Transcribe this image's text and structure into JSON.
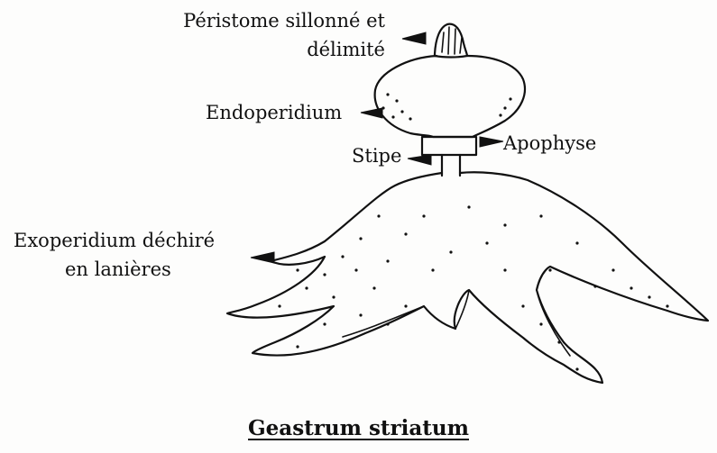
{
  "labels": {
    "peristome_line1": "Péristome sillonné et",
    "peristome_line2": "délimité",
    "endoperidium": "Endoperidium",
    "stipe": "Stipe",
    "apophyse": "Apophyse",
    "exoperidium_line1": "Exoperidium déchiré",
    "exoperidium_line2": "en lanières"
  },
  "caption": "Geastrum striatum",
  "colors": {
    "ink": "#111111",
    "paper": "#fdfdfc"
  }
}
